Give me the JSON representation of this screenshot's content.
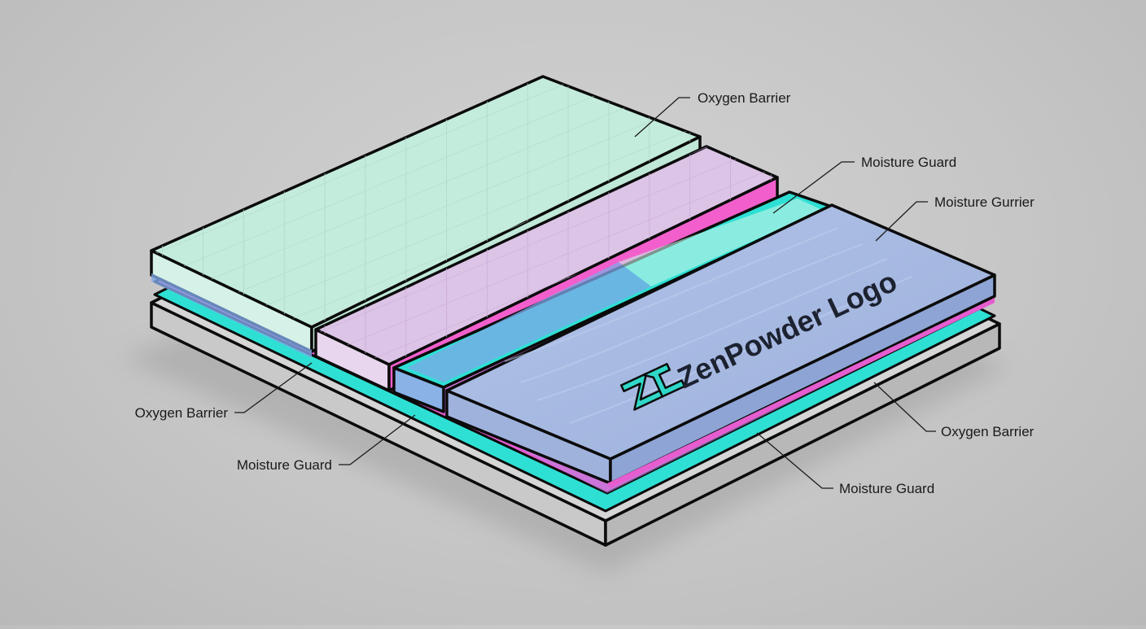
{
  "diagram": {
    "logo": {
      "text": "ZenPowder Logo",
      "icon": "zp-monogram-icon",
      "icon_color": "#2fd8c8"
    },
    "callouts": [
      {
        "id": "top-oxygen",
        "label": "Oxygen Barrier"
      },
      {
        "id": "top-moisture",
        "label": "Moisture Guard"
      },
      {
        "id": "top-moisture-gurrier",
        "label": "Moisture Gurrier"
      },
      {
        "id": "left-oxygen",
        "label": "Oxygen Barrier"
      },
      {
        "id": "left-moisture",
        "label": "Moisture Guard"
      },
      {
        "id": "right-oxygen",
        "label": "Oxygen Barrier"
      },
      {
        "id": "right-moisture",
        "label": "Moisture Guard"
      }
    ],
    "colors": {
      "background": "#c8c8c8",
      "oxygen_panel": "#c4ecdc",
      "moisture_panel": "#dcc4e6",
      "logo_panel": "#a6b8e0",
      "cyan_layer": "#2ee0d4",
      "magenta_layer": "#f04cc8",
      "base": "#d4d4d4",
      "outline": "#0b0b0b"
    }
  }
}
